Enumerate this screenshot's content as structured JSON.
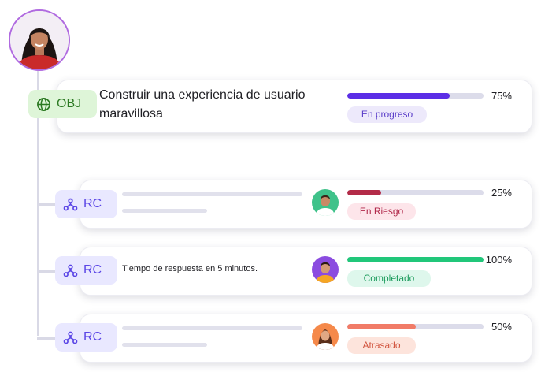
{
  "colors": {
    "tree_line": "#d9d9e6",
    "obj_pill_bg": "#def5d8",
    "obj_pill_fg": "#2c7a23",
    "kr_pill_bg": "#e9e8ff",
    "kr_pill_fg": "#5b46e6",
    "track": "#dcdcea"
  },
  "objective": {
    "tag_label": "OBJ",
    "tag_icon": "globe-icon",
    "title": "Construir una experiencia de usuario maravillosa",
    "progress_percent": 75,
    "progress_label": "75%",
    "progress_color": "#5b2ee6",
    "status": {
      "label": "En progreso",
      "bg": "#ede9fb",
      "fg": "#5b3ec9"
    }
  },
  "key_results": [
    {
      "tag_label": "RC",
      "tag_icon": "hierarchy-icon",
      "text": "",
      "progress_percent": 25,
      "progress_label": "25%",
      "progress_color": "#b32b48",
      "status": {
        "label": "En Riesgo",
        "bg": "#fde5ea",
        "fg": "#b0284a"
      },
      "owner_avatar_bg": "#3fc28a"
    },
    {
      "tag_label": "RC",
      "tag_icon": "hierarchy-icon",
      "text": "Tiempo de respuesta en 5 minutos.",
      "progress_percent": 100,
      "progress_label": "100%",
      "progress_color": "#21c77a",
      "status": {
        "label": "Completado",
        "bg": "#def7ec",
        "fg": "#1f9d5f"
      },
      "owner_avatar_bg": "#8b4ce0"
    },
    {
      "tag_label": "RC",
      "tag_icon": "hierarchy-icon",
      "text": "",
      "progress_percent": 50,
      "progress_label": "50%",
      "progress_color": "#f17b67",
      "status": {
        "label": "Atrasado",
        "bg": "#fde4dc",
        "fg": "#d2553f"
      },
      "owner_avatar_bg": "#f5894a"
    }
  ]
}
